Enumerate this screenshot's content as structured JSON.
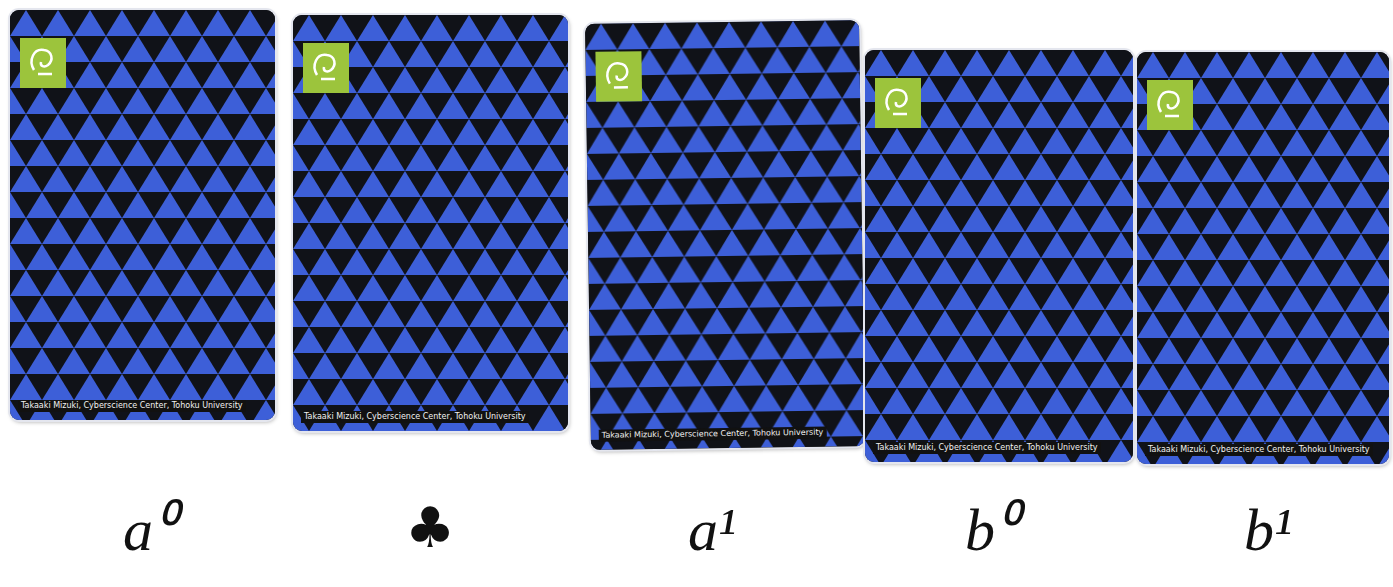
{
  "diagram": {
    "nodes": [
      {
        "text": [
          "Takaaki Mizuki, Cyberscience Center, Tohoku University"
        ]
      },
      {
        "text": [
          "Takaaki Mizuki, Cyberscience Center, Tohoku University"
        ]
      },
      {
        "text": [
          "Takaaki Mizuki, Cyberscience Center, Tohoku University"
        ]
      },
      {
        "text": [
          "Takaaki Mizuki, Cyberscience Center, Tohoku University"
        ]
      },
      {
        "text": [
          "Takaaki Mizuki, Cyberscience Center, Tohoku University"
        ]
      }
    ],
    "labels": [
      "a⁰",
      "♣",
      "a¹",
      "b⁰",
      "b¹"
    ]
  }
}
